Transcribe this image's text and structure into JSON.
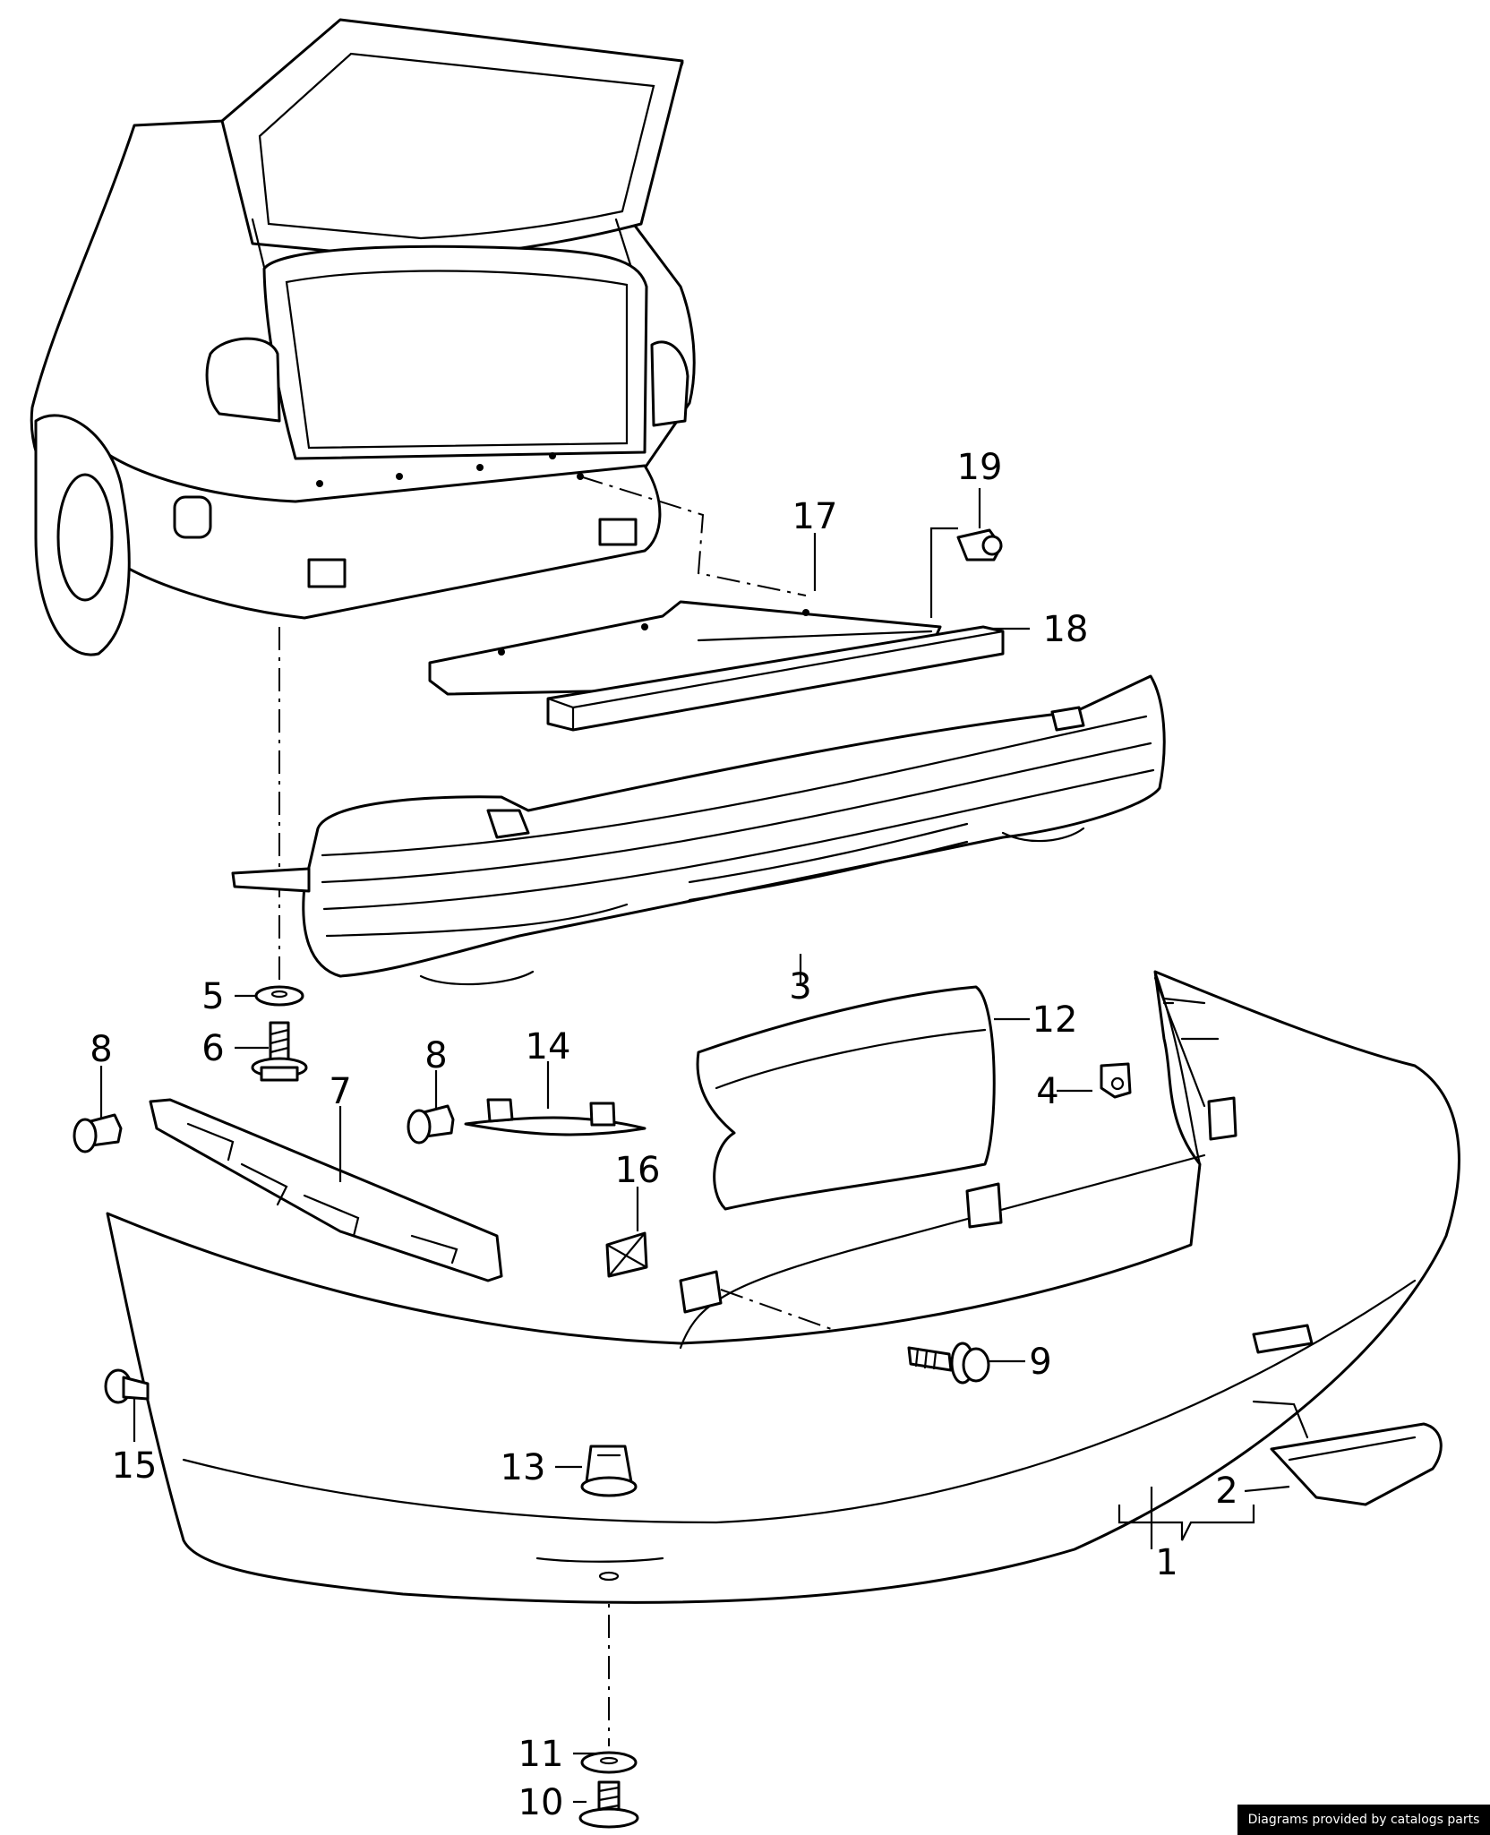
{
  "diagram": {
    "callouts": [
      {
        "id": "c1",
        "label": "1"
      },
      {
        "id": "c2",
        "label": "2"
      },
      {
        "id": "c3",
        "label": "3"
      },
      {
        "id": "c4",
        "label": "4"
      },
      {
        "id": "c5",
        "label": "5"
      },
      {
        "id": "c6",
        "label": "6"
      },
      {
        "id": "c7",
        "label": "7"
      },
      {
        "id": "c8a",
        "label": "8"
      },
      {
        "id": "c8b",
        "label": "8"
      },
      {
        "id": "c9",
        "label": "9"
      },
      {
        "id": "c10",
        "label": "10"
      },
      {
        "id": "c11",
        "label": "11"
      },
      {
        "id": "c12",
        "label": "12"
      },
      {
        "id": "c13",
        "label": "13"
      },
      {
        "id": "c14",
        "label": "14"
      },
      {
        "id": "c15",
        "label": "15"
      },
      {
        "id": "c16",
        "label": "16"
      },
      {
        "id": "c17",
        "label": "17"
      },
      {
        "id": "c18",
        "label": "18"
      },
      {
        "id": "c19",
        "label": "19"
      }
    ]
  },
  "footer": {
    "credit": "Diagrams provided by catalogs parts"
  }
}
